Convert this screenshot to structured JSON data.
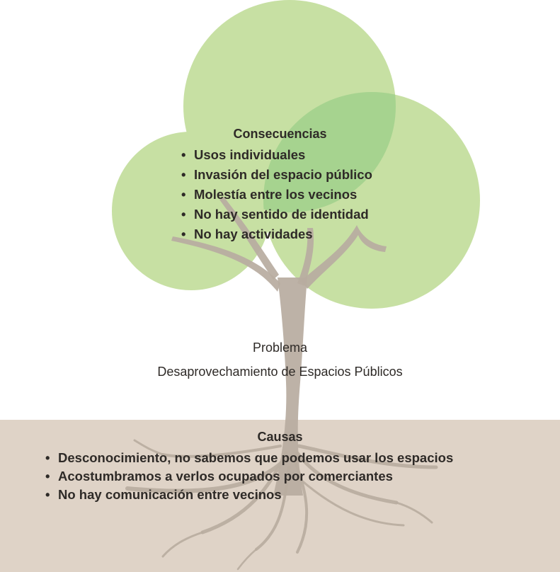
{
  "consequences": {
    "title": "Consecuencias",
    "items": [
      "Usos individuales",
      "Invasión del espacio público",
      "Molestía entre los vecinos",
      "No hay sentido de identidad",
      "No hay actividades"
    ]
  },
  "problem": {
    "label": "Problema",
    "text": "Desaprovechamiento de Espacios Públicos"
  },
  "causes": {
    "title": "Causas",
    "items": [
      "Desconocimiento, no sabemos que podemos usar los espacios",
      "Acostumbramos a verlos ocupados por comerciantes",
      "No hay comunicación entre vecinos"
    ]
  },
  "bullet": "•",
  "colors": {
    "foliage": "#c7e0a3",
    "foliage_overlap": "#9fcf8a",
    "trunk": "#b8aca0",
    "ground": "#dfd3c7",
    "text": "#2e2a27"
  }
}
